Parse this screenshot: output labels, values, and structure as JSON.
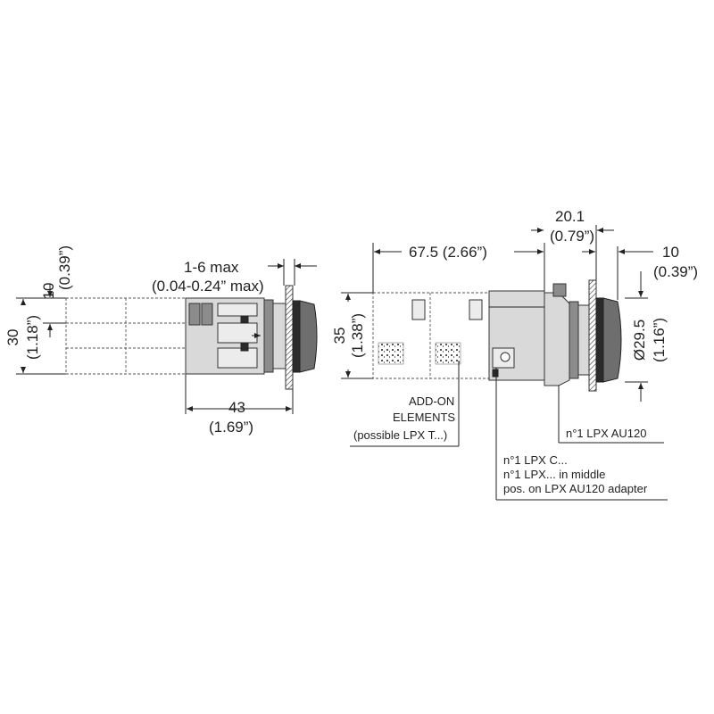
{
  "left_view": {
    "dim_1_6_max": "1-6 max",
    "dim_1_6_max_in": "(0.04-0.24” max)",
    "dim_10": "10",
    "dim_10_in": "(0.39”)",
    "dim_30": "30",
    "dim_30_in": "(1.18”)",
    "dim_43": "43",
    "dim_43_in": "(1.69”)"
  },
  "right_view": {
    "dim_67_5": "67.5 (2.66”)",
    "dim_20_1": "20.1",
    "dim_20_1_in": "(0.79”)",
    "dim_10": "10",
    "dim_10_in": "(0.39”)",
    "dim_35": "35",
    "dim_35_in": "(1.38”)",
    "dim_dia": "Ø29.5",
    "dim_dia_in": "(1.16”)",
    "addon_line1": "ADD-ON",
    "addon_line2": "ELEMENTS",
    "addon_line3": "(possible LPX T...)",
    "adapter_label": "n°1 LPX AU120",
    "contact_line1": "n°1 LPX C...",
    "contact_line2": "n°1 LPX... in middle",
    "contact_line3": "pos. on LPX AU120 adapter"
  }
}
